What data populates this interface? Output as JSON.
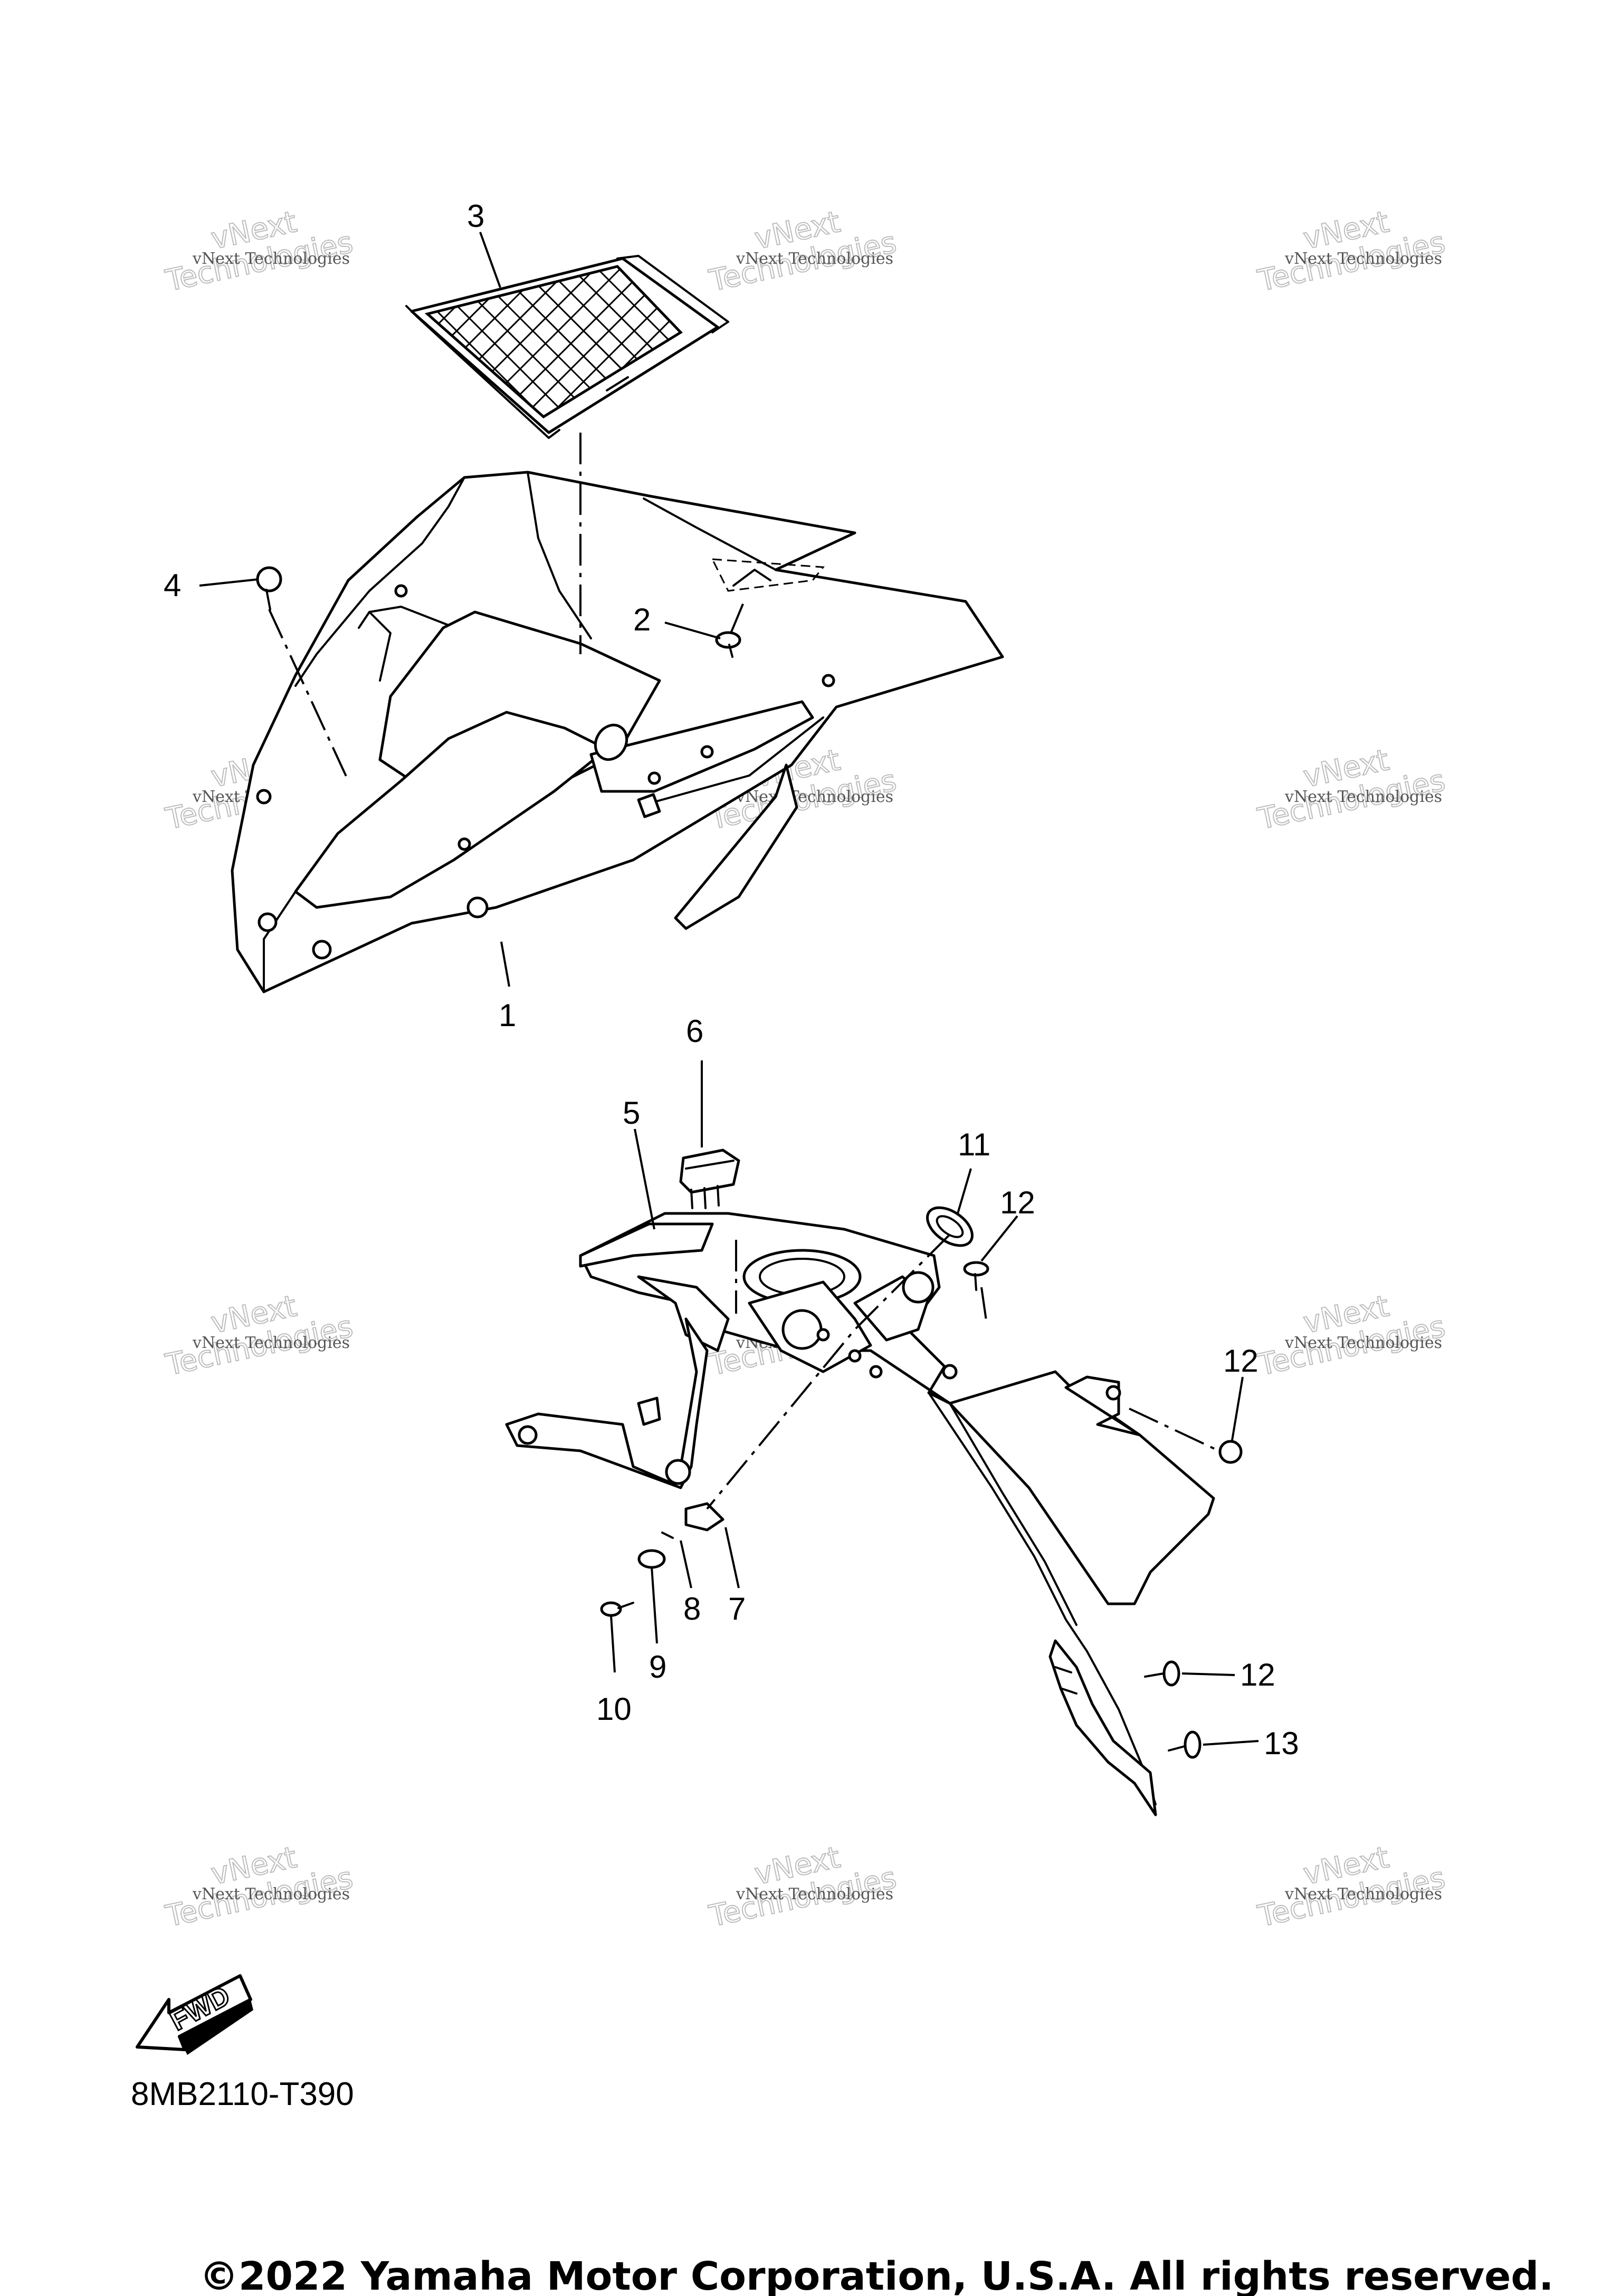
{
  "callouts": [
    {
      "id": "c1",
      "label": "1"
    },
    {
      "id": "c2",
      "label": "2"
    },
    {
      "id": "c3",
      "label": "3"
    },
    {
      "id": "c4",
      "label": "4"
    },
    {
      "id": "c5",
      "label": "5"
    },
    {
      "id": "c6",
      "label": "6"
    },
    {
      "id": "c7",
      "label": "7"
    },
    {
      "id": "c8",
      "label": "8"
    },
    {
      "id": "c9",
      "label": "9"
    },
    {
      "id": "c10",
      "label": "10"
    },
    {
      "id": "c11",
      "label": "11"
    },
    {
      "id": "c12a",
      "label": "12"
    },
    {
      "id": "c12b",
      "label": "12"
    },
    {
      "id": "c12c",
      "label": "12"
    },
    {
      "id": "c13",
      "label": "13"
    }
  ],
  "watermark": {
    "line_small": "vNext Technologies",
    "line_big_1": "vNext",
    "line_big_2": "Technologies"
  },
  "fwd_label": "FWD",
  "diagram_code": "8MB2110-T390",
  "copyright": "©2022 Yamaha Motor Corporation, U.S.A. All rights reserved."
}
